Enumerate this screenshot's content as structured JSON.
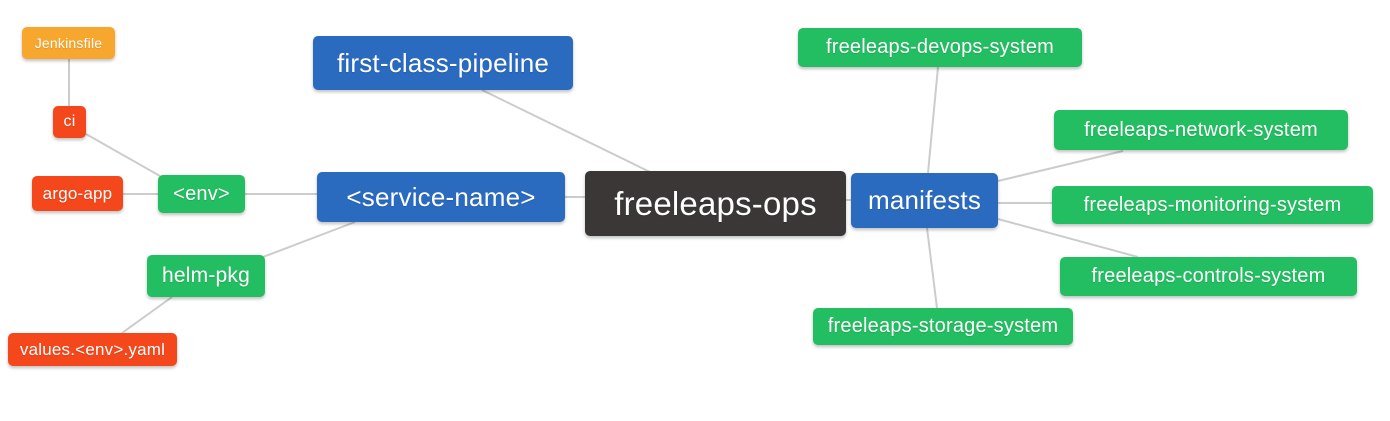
{
  "diagram": {
    "type": "mindmap",
    "root_label": "freeleaps-ops",
    "colors": {
      "blue": "#2A6BC0",
      "green": "#24BE62",
      "red": "#F4481C",
      "orange": "#F7A72E",
      "dark": "#3B3737",
      "edge": "#CCCCCC",
      "text": "#FFFFFF",
      "background": "#FFFFFF"
    },
    "nodes": {
      "freeleaps_ops": {
        "label": "freeleaps-ops",
        "color": "dark"
      },
      "first_class_pipeline": {
        "label": "first-class-pipeline",
        "color": "blue"
      },
      "service_name": {
        "label": "<service-name>",
        "color": "blue"
      },
      "manifests": {
        "label": "manifests",
        "color": "blue"
      },
      "env": {
        "label": "<env>",
        "color": "green"
      },
      "helm_pkg": {
        "label": "helm-pkg",
        "color": "green"
      },
      "jenkinsfile": {
        "label": "Jenkinsfile",
        "color": "orange"
      },
      "ci": {
        "label": "ci",
        "color": "red"
      },
      "argo_app": {
        "label": "argo-app",
        "color": "red"
      },
      "values_env_yaml": {
        "label": "values.<env>.yaml",
        "color": "red"
      },
      "devops_system": {
        "label": "freeleaps-devops-system",
        "color": "green"
      },
      "network_system": {
        "label": "freeleaps-network-system",
        "color": "green"
      },
      "monitoring_system": {
        "label": "freeleaps-monitoring-system",
        "color": "green"
      },
      "controls_system": {
        "label": "freeleaps-controls-system",
        "color": "green"
      },
      "storage_system": {
        "label": "freeleaps-storage-system",
        "color": "green"
      }
    },
    "edges": [
      {
        "from": "jenkinsfile",
        "to": "ci"
      },
      {
        "from": "ci",
        "to": "env"
      },
      {
        "from": "argo_app",
        "to": "env"
      },
      {
        "from": "env",
        "to": "service_name"
      },
      {
        "from": "service_name",
        "to": "freeleaps_ops"
      },
      {
        "from": "first_class_pipeline",
        "to": "freeleaps_ops"
      },
      {
        "from": "service_name",
        "to": "helm_pkg"
      },
      {
        "from": "helm_pkg",
        "to": "values_env_yaml"
      },
      {
        "from": "freeleaps_ops",
        "to": "manifests"
      },
      {
        "from": "manifests",
        "to": "devops_system"
      },
      {
        "from": "manifests",
        "to": "network_system"
      },
      {
        "from": "manifests",
        "to": "monitoring_system"
      },
      {
        "from": "manifests",
        "to": "controls_system"
      },
      {
        "from": "manifests",
        "to": "storage_system"
      }
    ]
  }
}
